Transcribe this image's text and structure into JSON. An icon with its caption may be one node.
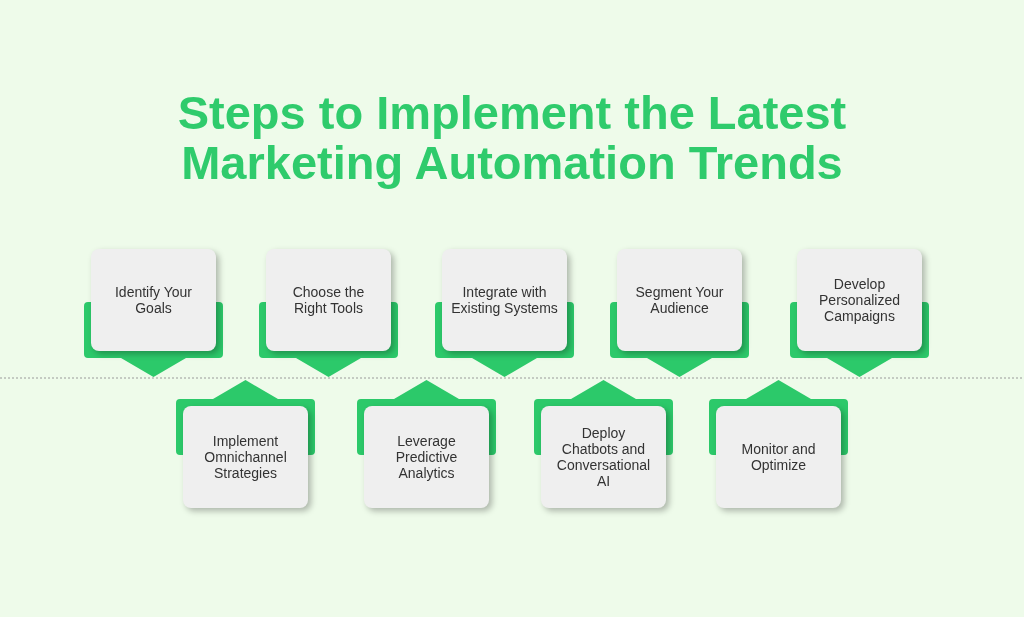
{
  "diagram": {
    "title": "Steps to Implement the Latest Marketing Automation Trends",
    "nodes": [
      {
        "text": [
          "Identify Your Goals"
        ]
      },
      {
        "text": [
          "Choose the Right Tools"
        ]
      },
      {
        "text": [
          "Integrate with Existing Systems"
        ]
      },
      {
        "text": [
          "Segment Your Audience"
        ]
      },
      {
        "text": [
          "Develop Personalized Campaigns"
        ]
      },
      {
        "text": [
          "Implement Omnichannel Strategies"
        ]
      },
      {
        "text": [
          "Leverage Predictive Analytics"
        ]
      },
      {
        "text": [
          "Deploy Chatbots and Conversational AI"
        ]
      },
      {
        "text": [
          "Monitor and Optimize"
        ]
      }
    ]
  }
}
